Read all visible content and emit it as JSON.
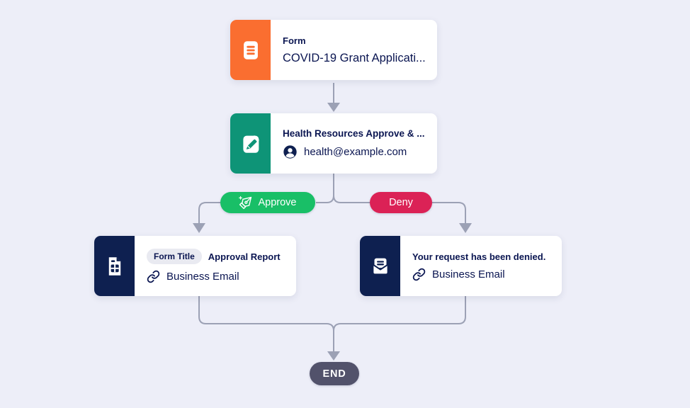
{
  "colors": {
    "background": "#EDEEF8",
    "card": "#FFFFFF",
    "text_navy": "#0A1551",
    "form_orange": "#FA6E30",
    "approval_teal": "#0E9477",
    "approve_green": "#19BF67",
    "deny_red": "#DB2256",
    "dark_navy_icon": "#0E2050",
    "end_gray": "#52526B",
    "connector_gray": "#9CA1B5",
    "badge_bg": "#E9EAF1"
  },
  "flow": {
    "form_node": {
      "type_label": "Form",
      "title": "COVID-19 Grant Applicati..."
    },
    "approval_node": {
      "title": "Health Resources Approve & ...",
      "assignee_email": "health@example.com"
    },
    "approve_branch": {
      "label": "Approve"
    },
    "deny_branch": {
      "label": "Deny"
    },
    "approved_pdf_node": {
      "badge_label": "Form Title",
      "title": "Approval Report",
      "recipient_field": "Business Email"
    },
    "denied_email_node": {
      "title": "Your request has been denied.",
      "recipient_field": "Business Email"
    },
    "end_node": {
      "label": "END"
    }
  }
}
